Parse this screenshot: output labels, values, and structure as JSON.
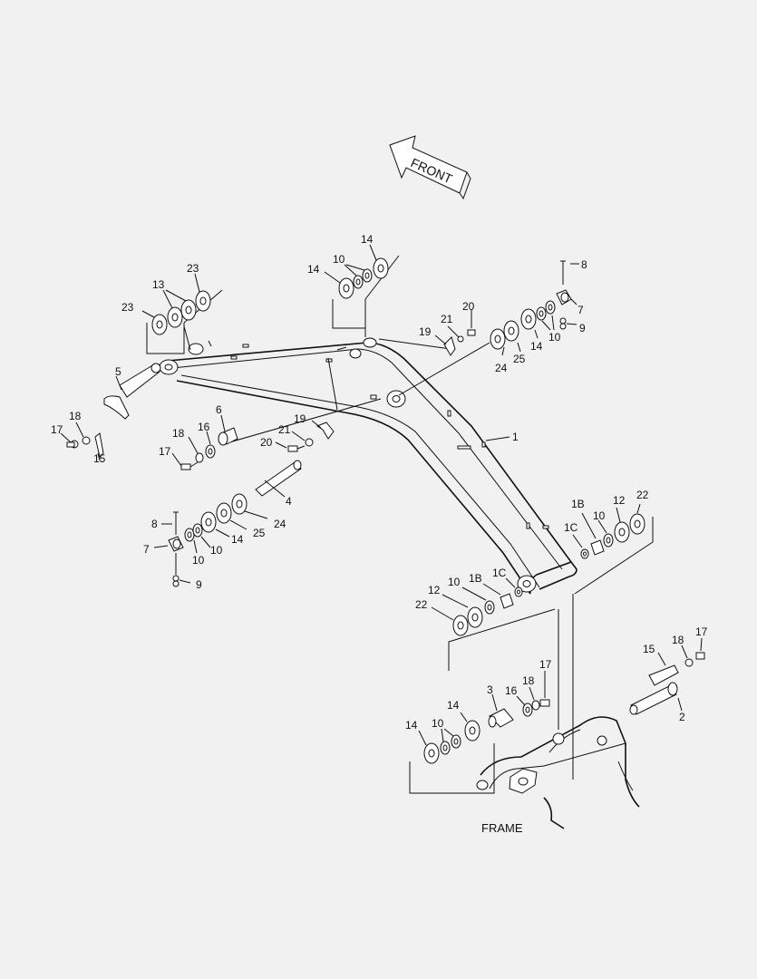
{
  "direction_arrow": {
    "label": "FRONT"
  },
  "frame_label": "FRAME",
  "part_numbers": {
    "boom": "1",
    "pin_frame": "2",
    "pin_collar": "3",
    "pin_middle": "4",
    "pin_top": "5",
    "pin_stop": "6",
    "bushing": "7",
    "grease_bolt": "8",
    "grease_nipple": "9",
    "shim": "10",
    "bushing_1b": "1B",
    "bushing_1c": "1C",
    "washer_12": "12",
    "washer_13": "13",
    "washer_14": "14",
    "plate_15": "15",
    "washer_16": "16",
    "bolt_17": "17",
    "washer_18": "18",
    "plate_19": "19",
    "bolt_20": "20",
    "washer_21": "21",
    "washer_22": "22",
    "washer_23": "23",
    "washer_24": "24",
    "washer_25": "25"
  }
}
